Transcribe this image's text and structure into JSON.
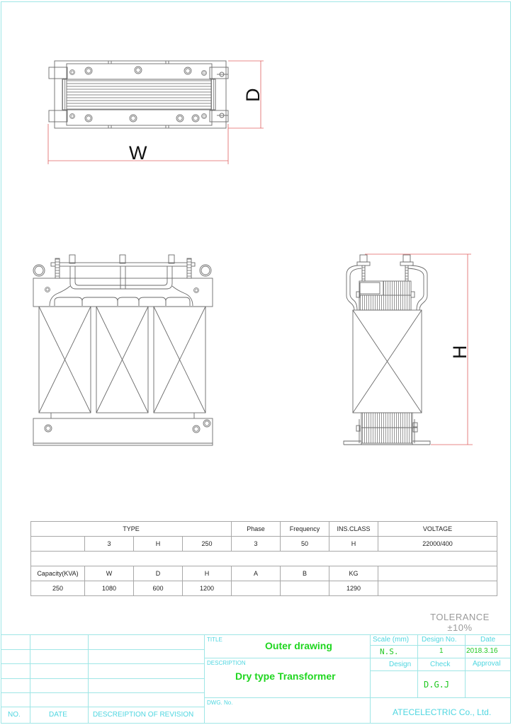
{
  "drawing": {
    "dimension_labels": {
      "width": "W",
      "depth": "D",
      "height": "H"
    },
    "views": [
      "top-view",
      "front-view",
      "side-view"
    ],
    "colors": {
      "linework": "#6a6a6a",
      "dimension": "#e06060",
      "border": "#9fe6e6",
      "titleblock_text": "#4fd6e0",
      "title_value": "#1fd61f",
      "tolerance": "#9a9a9a"
    }
  },
  "spec_table": {
    "row1": {
      "type": "TYPE",
      "phase": "Phase",
      "frequency": "Frequency",
      "ins_class": "INS.CLASS",
      "voltage": "VOLTAGE"
    },
    "row2": {
      "blank": "",
      "t1": "3",
      "t2": "H",
      "t3": "250",
      "phase": "3",
      "frequency": "50",
      "ins_class": "H",
      "voltage": "22000/400"
    },
    "row4": {
      "capacity": "Capacity(KVA)",
      "w": "W",
      "d": "D",
      "h": "H",
      "a": "A",
      "b": "B",
      "kg": "KG",
      "extra": ""
    },
    "row5": {
      "capacity": "250",
      "w": "1080",
      "d": "600",
      "h": "1200",
      "a": "",
      "b": "",
      "kg": "1290",
      "extra": ""
    }
  },
  "tolerance": {
    "label": "TOLERANCE",
    "value": "±10%"
  },
  "title_block": {
    "revision": {
      "no_label": "NO.",
      "date_label": "DATE",
      "desc_label": "DESCREIPTION OF REVISION"
    },
    "title_label": "TITLE",
    "title_value": "Outer drawing",
    "description_label": "DESCRIPTION",
    "description_value": "Dry type Transformer",
    "dwg_no_label": "DWG. No.",
    "dwg_no_value": "",
    "scale_label": "Scale (mm)",
    "scale_value": "N.S.",
    "design_no_label": "Design No.",
    "design_no_value": "1",
    "date_label": "Date",
    "date_value": "2018.3.16",
    "design_label": "Design",
    "check_label": "Check",
    "approval_label": "Approval",
    "design_value": "",
    "check_value": "D.G.J",
    "approval_value": "",
    "company": "ATECELECTRIC Co., Ltd."
  }
}
